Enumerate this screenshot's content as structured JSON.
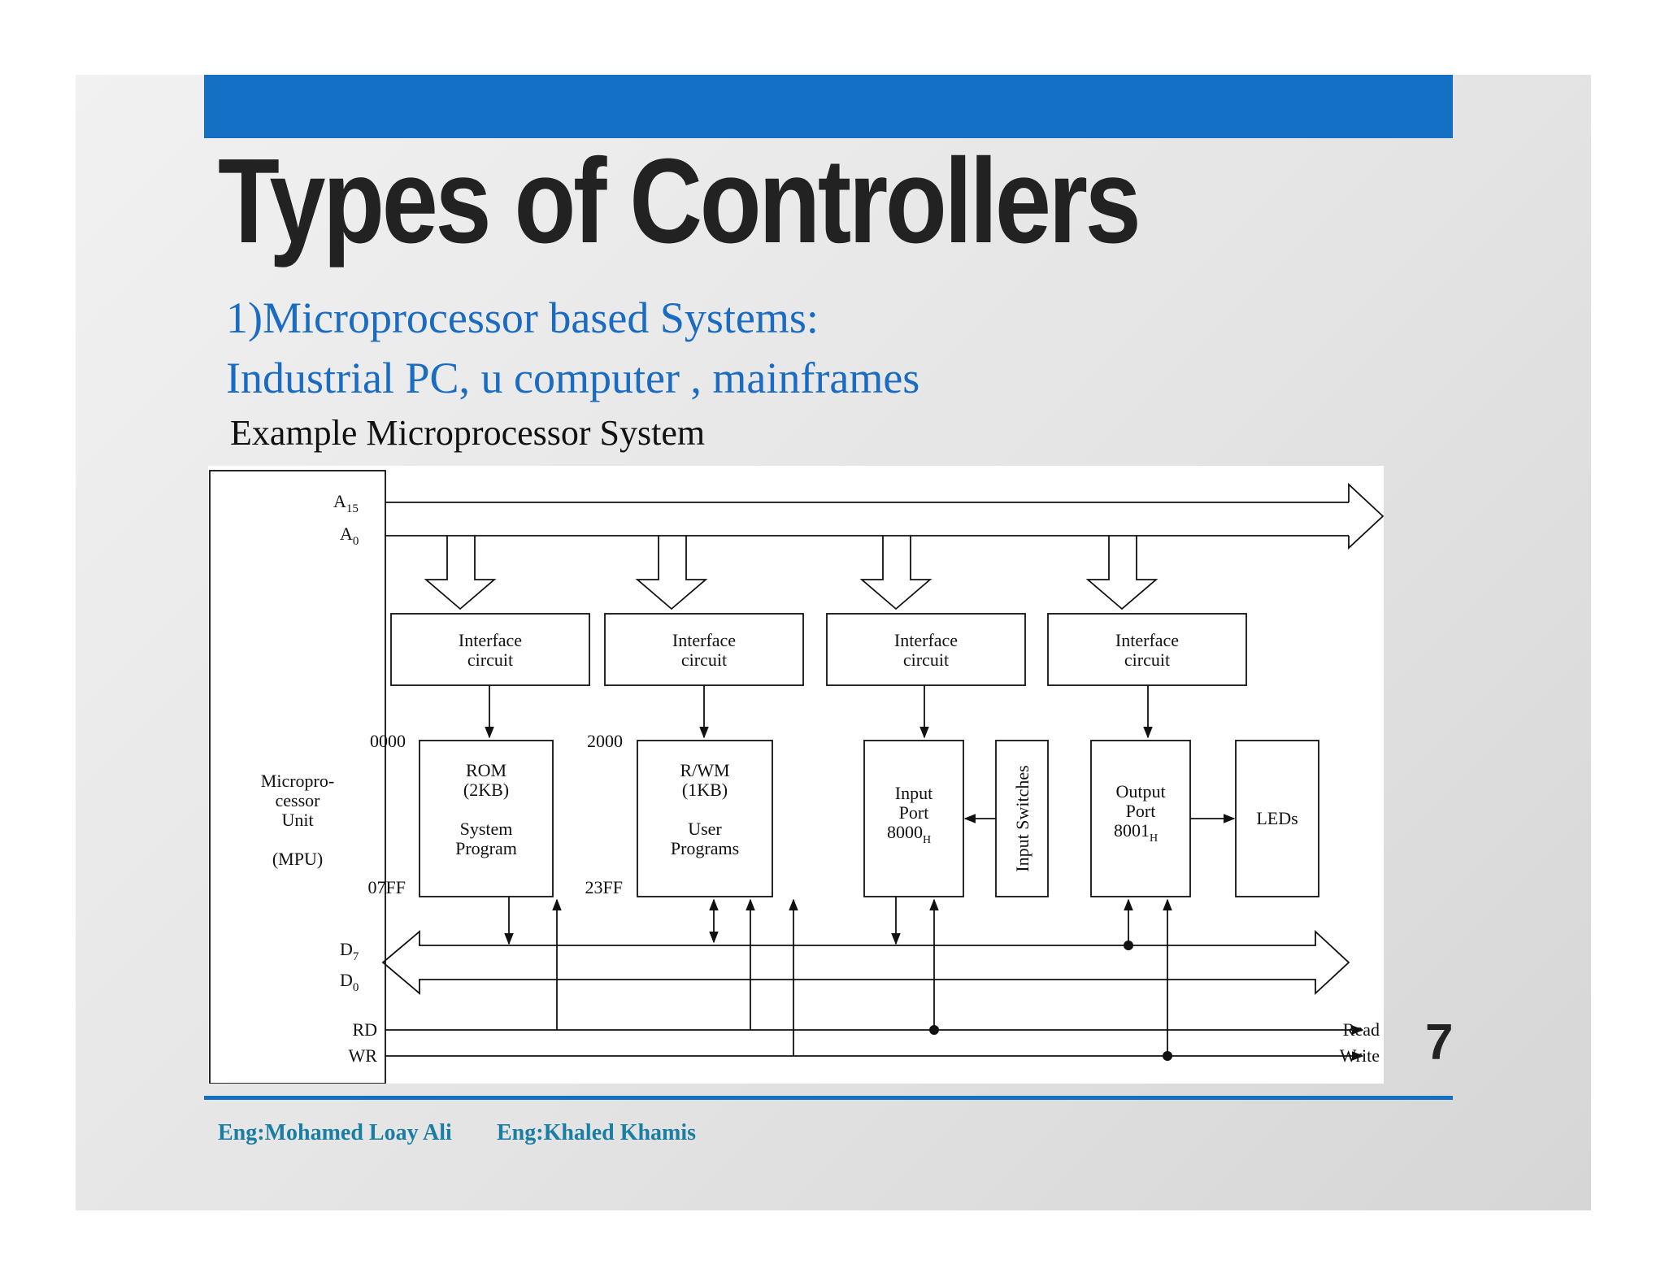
{
  "slide": {
    "title": "Types of Controllers",
    "subtitle_line1": "1)Microprocessor based Systems:",
    "subtitle_line2": "Industrial PC, u computer , mainframes",
    "example_label": "Example Microprocessor System",
    "page_number": "7",
    "authors": [
      "Eng:Mohamed Loay Ali",
      "Eng:Khaled Khamis"
    ],
    "accent_color": "#1470c4"
  },
  "diagram": {
    "mpu": [
      "Micropro-",
      "cessor",
      "Unit",
      "(MPU)"
    ],
    "address_bus": {
      "high": "A",
      "high_sub": "15",
      "low": "A",
      "low_sub": "0"
    },
    "data_bus": {
      "high": "D",
      "high_sub": "7",
      "low": "D",
      "low_sub": "0"
    },
    "control": {
      "rd": "RD",
      "wr": "WR",
      "read": "Read",
      "write": "Write"
    },
    "interface": [
      "Interface",
      "circuit"
    ],
    "rom": {
      "l1": "ROM",
      "l2": "(2KB)",
      "l3": "System",
      "l4": "Program",
      "start": "0000",
      "end": "07FF"
    },
    "ram": {
      "l1": "R/WM",
      "l2": "(1KB)",
      "l3": "User",
      "l4": "Programs",
      "start": "2000",
      "end": "23FF"
    },
    "input_port": {
      "l1": "Input",
      "l2": "Port",
      "addr": "8000",
      "addr_sub": "H"
    },
    "input_switches": "Input Switches",
    "output_port": {
      "l1": "Output",
      "l2": "Port",
      "addr": "8001",
      "addr_sub": "H"
    },
    "leds": "LEDs"
  }
}
